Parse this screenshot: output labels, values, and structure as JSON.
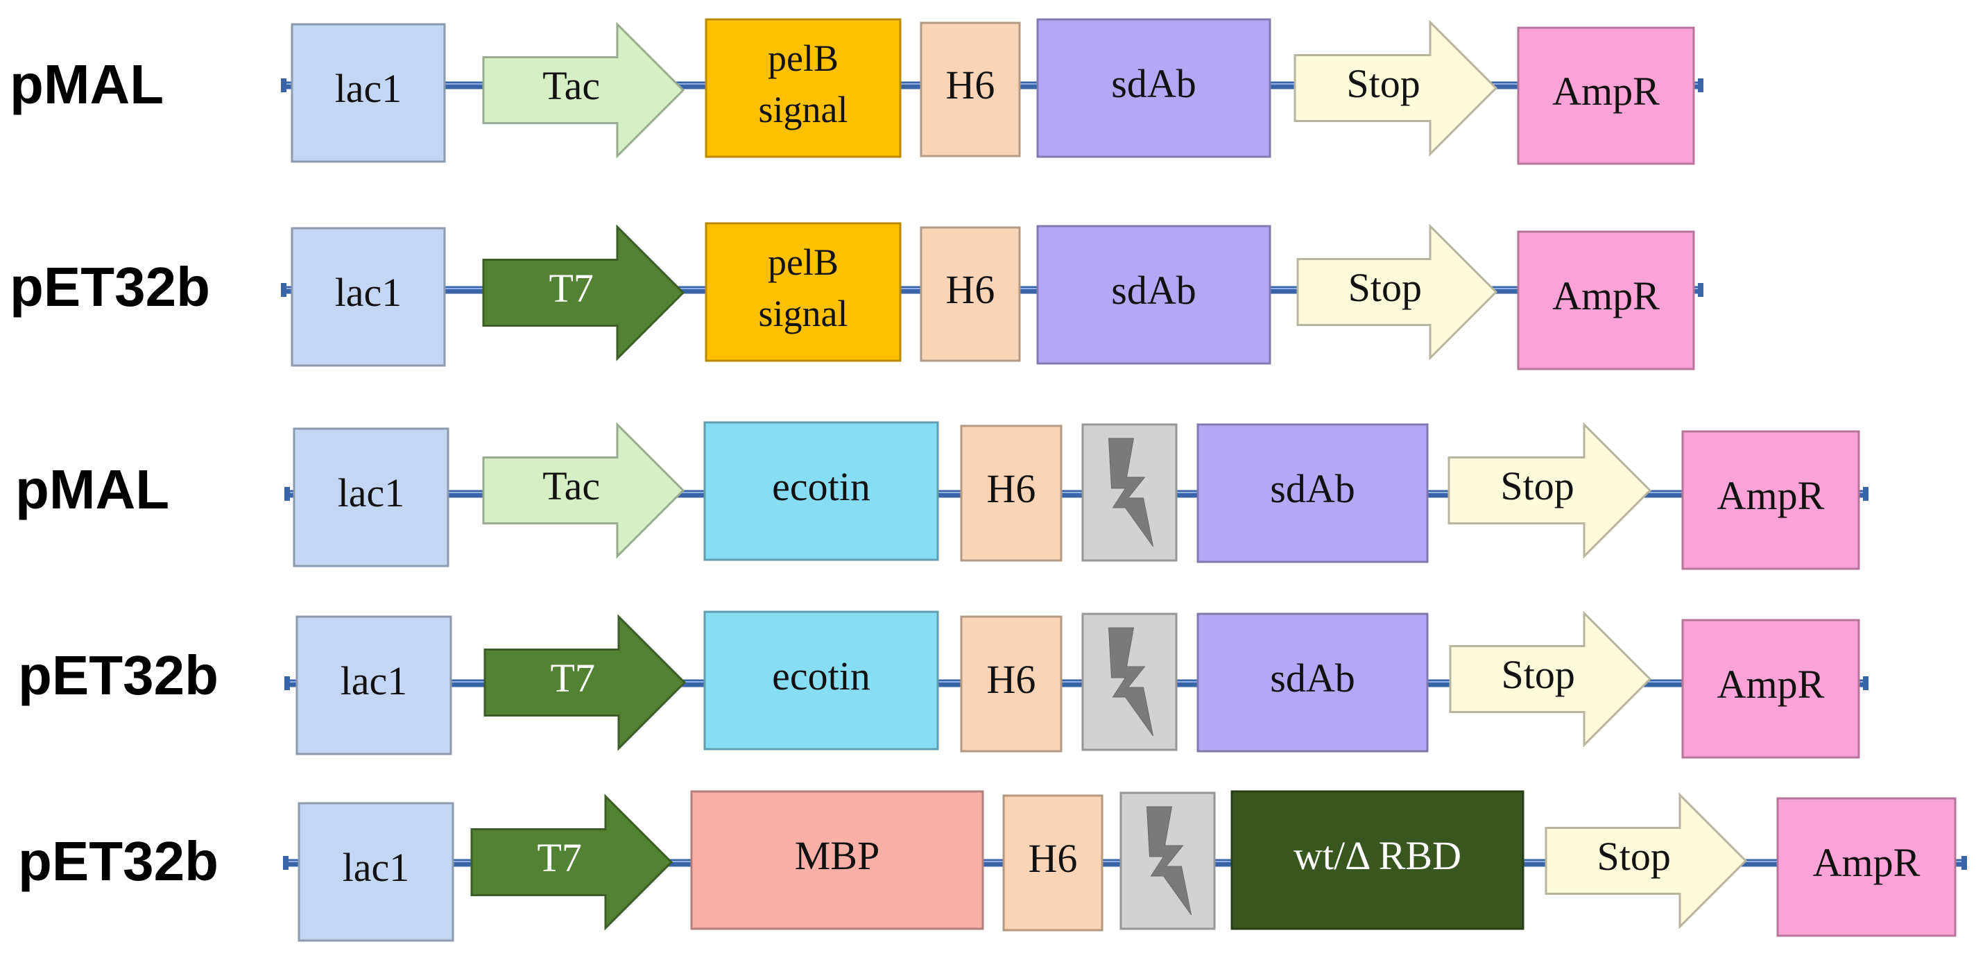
{
  "colors": {
    "backbone": "#3a64a8",
    "lac": "#c3d6f2",
    "tac": "#d6efc7",
    "t7": "#548235",
    "pelB": "#ffc000",
    "h6": "#fad4b6",
    "sdAb": "#b4a7f4",
    "stop": "#fefbdc",
    "ampR": "#fba3d6",
    "ecotin": "#87ddf4",
    "cleavage": "#d2d2d2",
    "mbp": "#fab0a6",
    "rbd": "#38561f"
  },
  "constructs": [
    {
      "name": "pMAL",
      "elements": [
        {
          "kind": "box",
          "label": "lac1",
          "color_key": "lac"
        },
        {
          "kind": "arrow",
          "label": "Tac",
          "color_key": "tac"
        },
        {
          "kind": "box",
          "label": "pelB\nsignal",
          "color_key": "pelB"
        },
        {
          "kind": "box",
          "label": "H6",
          "color_key": "h6"
        },
        {
          "kind": "box",
          "label": "sdAb",
          "color_key": "sdAb"
        },
        {
          "kind": "arrow",
          "label": "Stop",
          "color_key": "stop"
        },
        {
          "kind": "box",
          "label": "AmpR",
          "color_key": "ampR"
        }
      ]
    },
    {
      "name": "pET32b",
      "elements": [
        {
          "kind": "box",
          "label": "lac1",
          "color_key": "lac"
        },
        {
          "kind": "arrow",
          "label": "T7",
          "color_key": "t7"
        },
        {
          "kind": "box",
          "label": "pelB\nsignal",
          "color_key": "pelB"
        },
        {
          "kind": "box",
          "label": "H6",
          "color_key": "h6"
        },
        {
          "kind": "box",
          "label": "sdAb",
          "color_key": "sdAb"
        },
        {
          "kind": "arrow",
          "label": "Stop",
          "color_key": "stop"
        },
        {
          "kind": "box",
          "label": "AmpR",
          "color_key": "ampR"
        }
      ]
    },
    {
      "name": "pMAL",
      "elements": [
        {
          "kind": "box",
          "label": "lac1",
          "color_key": "lac"
        },
        {
          "kind": "arrow",
          "label": "Tac",
          "color_key": "tac"
        },
        {
          "kind": "box",
          "label": "ecotin",
          "color_key": "ecotin"
        },
        {
          "kind": "box",
          "label": "H6",
          "color_key": "h6"
        },
        {
          "kind": "cleavage",
          "label": "",
          "color_key": "cleavage",
          "icon": "lightning-bolt-icon"
        },
        {
          "kind": "box",
          "label": "sdAb",
          "color_key": "sdAb"
        },
        {
          "kind": "arrow",
          "label": "Stop",
          "color_key": "stop"
        },
        {
          "kind": "box",
          "label": "AmpR",
          "color_key": "ampR"
        }
      ]
    },
    {
      "name": "pET32b",
      "elements": [
        {
          "kind": "box",
          "label": "lac1",
          "color_key": "lac"
        },
        {
          "kind": "arrow",
          "label": "T7",
          "color_key": "t7"
        },
        {
          "kind": "box",
          "label": "ecotin",
          "color_key": "ecotin"
        },
        {
          "kind": "box",
          "label": "H6",
          "color_key": "h6"
        },
        {
          "kind": "cleavage",
          "label": "",
          "color_key": "cleavage",
          "icon": "lightning-bolt-icon"
        },
        {
          "kind": "box",
          "label": "sdAb",
          "color_key": "sdAb"
        },
        {
          "kind": "arrow",
          "label": "Stop",
          "color_key": "stop"
        },
        {
          "kind": "box",
          "label": "AmpR",
          "color_key": "ampR"
        }
      ]
    },
    {
      "name": "pET32b",
      "elements": [
        {
          "kind": "box",
          "label": "lac1",
          "color_key": "lac"
        },
        {
          "kind": "arrow",
          "label": "T7",
          "color_key": "t7"
        },
        {
          "kind": "box",
          "label": "MBP",
          "color_key": "mbp"
        },
        {
          "kind": "box",
          "label": "H6",
          "color_key": "h6"
        },
        {
          "kind": "cleavage",
          "label": "",
          "color_key": "cleavage",
          "icon": "lightning-bolt-icon"
        },
        {
          "kind": "box",
          "label": "wt/Δ RBD",
          "color_key": "rbd"
        },
        {
          "kind": "arrow",
          "label": "Stop",
          "color_key": "stop"
        },
        {
          "kind": "box",
          "label": "AmpR",
          "color_key": "ampR"
        }
      ]
    }
  ]
}
